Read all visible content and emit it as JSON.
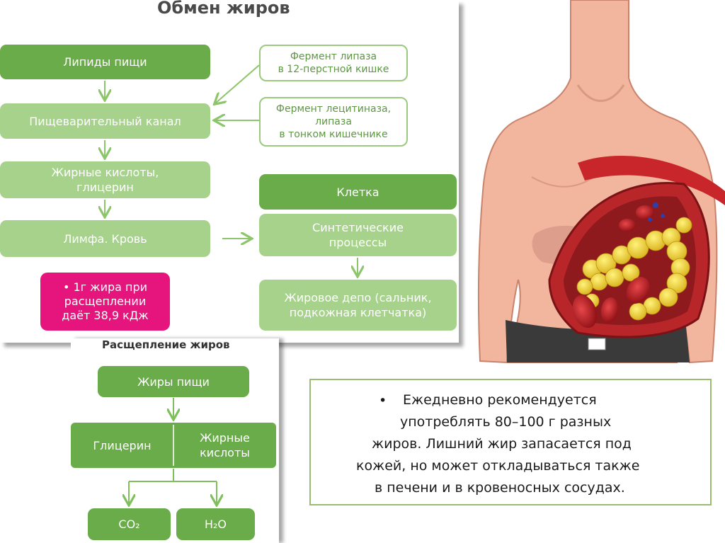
{
  "fat_metabolism": {
    "title": "Обмен жиров",
    "food_lipids": "Липиды пищи",
    "digestive_canal": "Пищеварительный канал",
    "fatty_acids_glycerin": "Жирные кислоты,\nглицерин",
    "lymph_blood": "Лимфа. Кровь",
    "lipase_enzyme_l1": "Фермент липаза",
    "lipase_enzyme_l2": "в 12-перстной кишке",
    "lecithinase_l1": "Фермент лецитиназа,",
    "lecithinase_l2": "липаза",
    "lecithinase_l3": "в тонком кишечнике",
    "cell": "Клетка",
    "synthetic_processes": "Синтетические\nпроцессы",
    "fat_depot": "Жировое депо (сальник,\nподкожная клетчатка)",
    "energy_fact": "• 1г жира при\nрасщеплении\nдаёт 38,9 кДж"
  },
  "fat_breakdown": {
    "title": "Расщепление жиров",
    "food_fats": "Жиры пищи",
    "glycerin": "Глицерин",
    "fatty_acids": "Жирные\nкислоты",
    "co2": "CO₂",
    "h2o": "H₂O"
  },
  "note": {
    "bullet": "•",
    "lines": [
      "Ежедневно рекомендуется",
      "употреблять 80–100 г разных",
      "жиров. Лишний жир запасается под",
      "кожей, но может откладываться также",
      "в печени и в кровеносных сосудах."
    ]
  },
  "colors": {
    "dark_green": "#6aab4a",
    "light_green": "#a6d28b",
    "outline_green": "#9bc97f",
    "magenta": "#e6157d",
    "skin": "#f2b59e",
    "vessel_red": "#c8262a",
    "fat_yellow": "#f2dc35"
  }
}
